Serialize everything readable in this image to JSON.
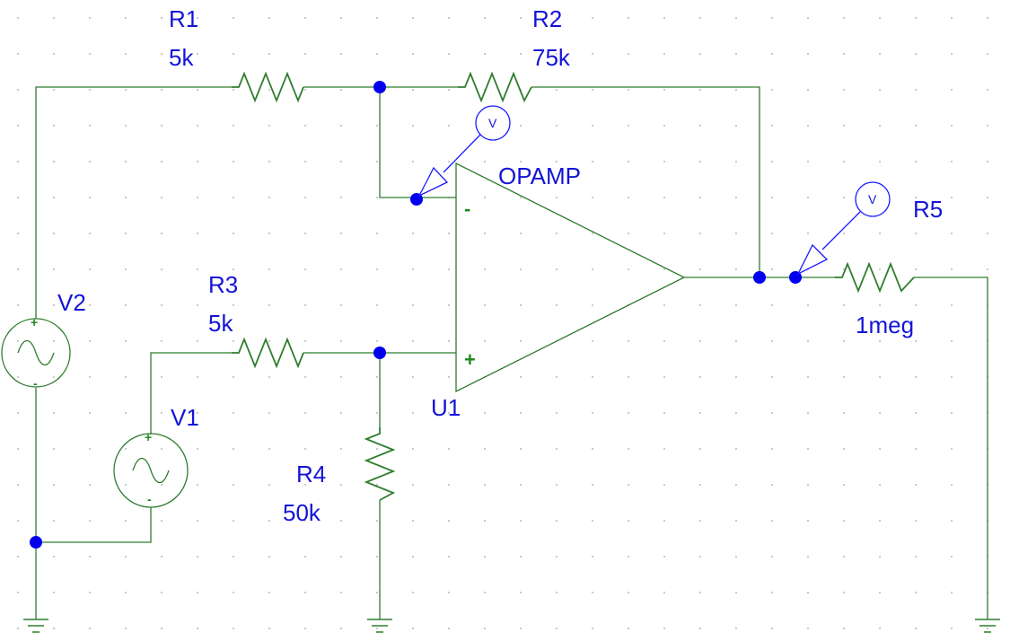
{
  "components": {
    "R1": {
      "ref": "R1",
      "value": "5k"
    },
    "R2": {
      "ref": "R2",
      "value": "75k"
    },
    "R3": {
      "ref": "R3",
      "value": "5k"
    },
    "R4": {
      "ref": "R4",
      "value": "50k"
    },
    "R5": {
      "ref": "R5",
      "value": "1meg"
    },
    "V1": {
      "ref": "V1"
    },
    "V2": {
      "ref": "V2"
    },
    "U1": {
      "ref": "U1",
      "model": "OPAMP"
    }
  },
  "pins": {
    "inverting": "-",
    "noninverting": "+",
    "source_plus": "+",
    "source_minus": "-"
  },
  "probes": {
    "probe1": "V",
    "probe2": "V"
  },
  "colors": {
    "wire": "#2e7d2e",
    "label": "#1414d8",
    "node": "#0000ee"
  }
}
